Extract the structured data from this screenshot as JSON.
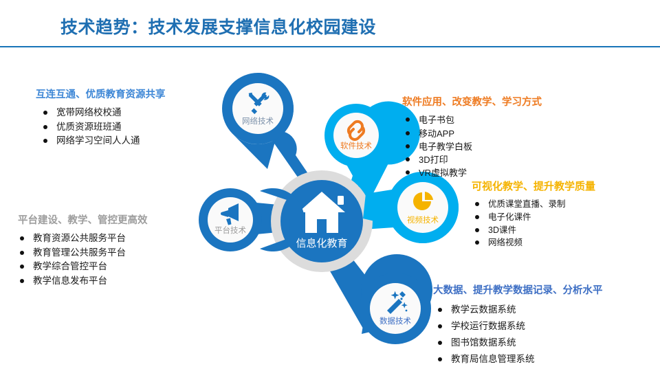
{
  "slide": {
    "title": "技术趋势：技术发展支撑信息化校园建设",
    "title_color": "#1F6FB2",
    "rule_color": "#1874B8",
    "background": "#FFFFFF"
  },
  "palette": {
    "deep_blue": "#1B75C0",
    "mid_blue": "#1976C8",
    "cyan": "#00AEEF",
    "light_cyan": "#1EB4F0",
    "orange": "#EE7B22",
    "yellow": "#F5B300",
    "indigo": "#3E6FC4",
    "gray": "#9D9D9D",
    "hub_ring": "#DCDCDC"
  },
  "diagram": {
    "hub": {
      "label": "信息化教育",
      "icon": "home-icon",
      "fill": "#1B75C0",
      "ring": "#DCDCDC"
    },
    "nodes": [
      {
        "id": "network",
        "label": "网络技术",
        "icon": "tools-icon",
        "bubble_color": "#1B75C0",
        "icon_color": "#1B75C0",
        "label_color": "#7E93AB"
      },
      {
        "id": "software",
        "label": "软件技术",
        "icon": "link-icon",
        "bubble_color": "#00AEEF",
        "icon_color": "#EE7B22",
        "label_color": "#EE7B22"
      },
      {
        "id": "video",
        "label": "视频技术",
        "icon": "pie-chart-icon",
        "bubble_color": "#00AEEF",
        "icon_color": "#F5B300",
        "label_color": "#F5B300"
      },
      {
        "id": "data",
        "label": "数据技术",
        "icon": "magic-wand-icon",
        "bubble_color": "#1B75C0",
        "icon_color": "#1B75C0",
        "label_color": "#3E6FC4"
      },
      {
        "id": "platform",
        "label": "平台技术",
        "icon": "megaphone-icon",
        "bubble_color": "#1B75C0",
        "icon_color": "#1B75C0",
        "label_color": "#9D9D9D"
      }
    ]
  },
  "blocks": {
    "connect": {
      "heading": "互连互通、优质教育资源共享",
      "heading_color": "#3E87D6",
      "items": [
        "宽带网络校校通",
        "优质资源班班通",
        "网络学习空间人人通"
      ]
    },
    "platform": {
      "heading": "平台建设、教学、管控更高效",
      "heading_color": "#9D9D9D",
      "items": [
        "教育资源公共服务平台",
        "教育管理公共服务平台",
        "教学综合管控平台",
        "教学信息发布平台"
      ]
    },
    "software": {
      "heading": "软件应用、改变教学、学习方式",
      "heading_color": "#EE7B22",
      "items": [
        "电子书包",
        "移动APP",
        "电子教学白板",
        "3D打印",
        "VR虚拟教学"
      ]
    },
    "visual": {
      "heading": "可视化教学、提升教学质量",
      "heading_color": "#F5B300",
      "items": [
        "优质课堂直播、录制",
        "电子化课件",
        "3D课件",
        "网络视频"
      ]
    },
    "bigdata": {
      "heading": "大数据、提升教学数据记录、分析水平",
      "heading_color": "#3E6FC4",
      "items": [
        "教学云数据系统",
        "学校运行数据系统",
        "图书馆数据系统",
        "教育局信息管理系统"
      ]
    }
  }
}
